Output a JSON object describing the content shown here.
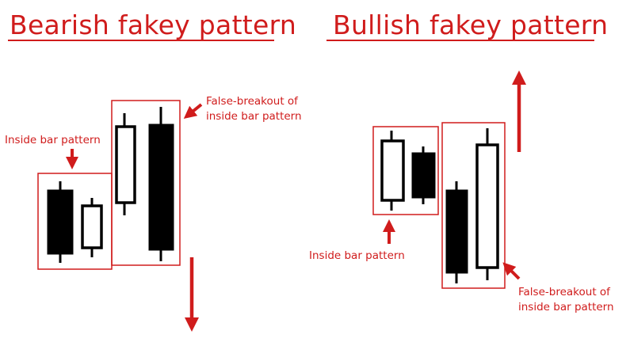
{
  "bearish": {
    "title": "Bearish fakey pattern",
    "inside_label": "Inside bar pattern",
    "breakout_label_line1": "False-breakout of",
    "breakout_label_line2": "inside bar pattern"
  },
  "bullish": {
    "title": "Bullish fakey pattern",
    "inside_label": "Inside bar pattern",
    "breakout_label_line1": "False-breakout of",
    "breakout_label_line2": "inside bar pattern"
  },
  "colors": {
    "accent": "#d01c1c",
    "bearish_candle": "#000000",
    "bullish_candle": "#ffffff",
    "outline": "#000000"
  }
}
